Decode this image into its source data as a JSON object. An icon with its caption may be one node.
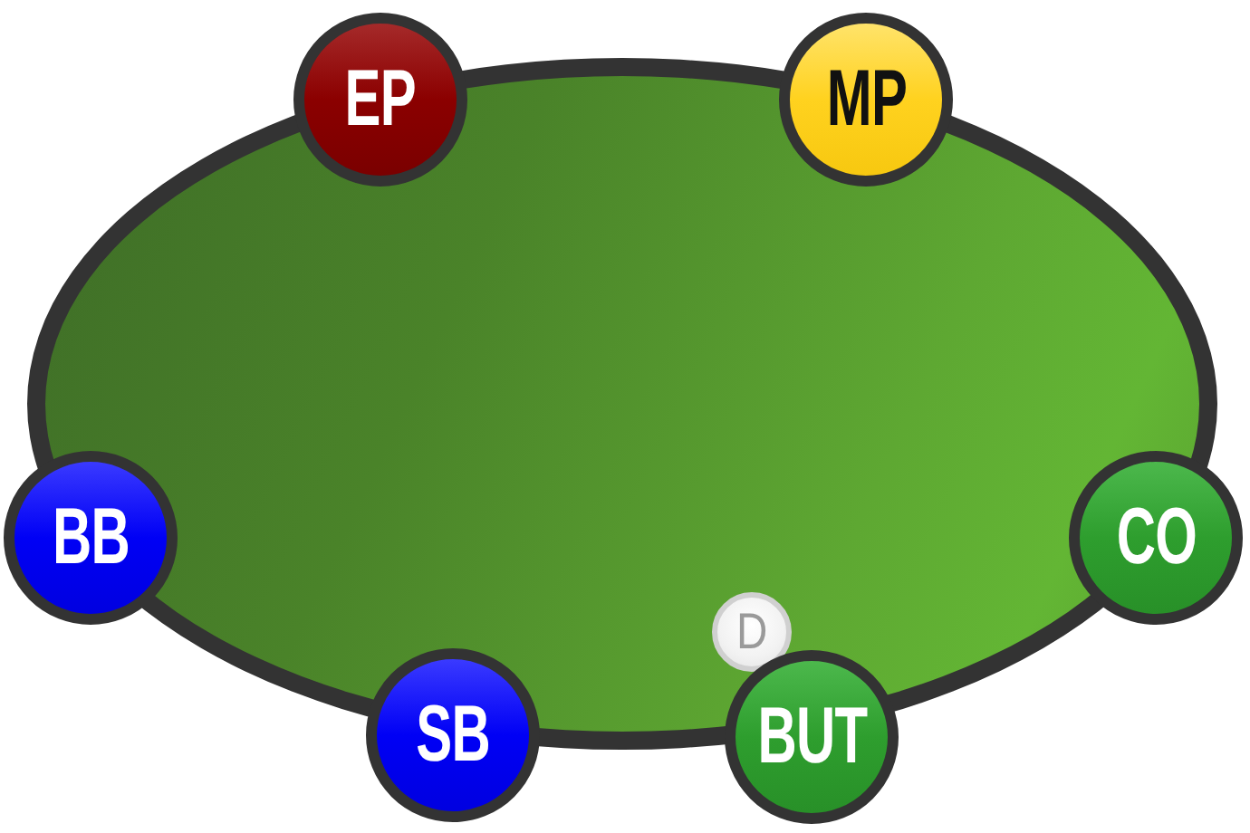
{
  "diagram": {
    "nodes": [
      {
        "text": [],
        "shape": "ellipse"
      },
      {
        "text": [
          "EP"
        ]
      },
      {
        "text": [
          "MP"
        ]
      },
      {
        "text": [
          "BB"
        ]
      },
      {
        "text": [
          "CO"
        ]
      },
      {
        "text": [
          "D"
        ],
        "in": 0
      },
      {
        "text": [
          "SB"
        ]
      },
      {
        "text": [
          "BUT"
        ]
      }
    ]
  }
}
